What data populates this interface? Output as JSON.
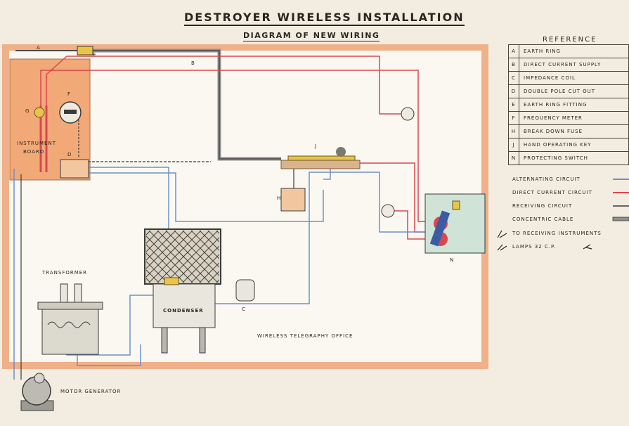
{
  "title": "DESTROYER WIRELESS INSTALLATION",
  "subtitle": "DIAGRAM OF NEW WIRING",
  "reference": {
    "heading": "REFERENCE",
    "items": [
      {
        "key": "A",
        "label": "EARTH RING"
      },
      {
        "key": "B",
        "label": "DIRECT CURRENT SUPPLY"
      },
      {
        "key": "C",
        "label": "IMPEDANCE COIL"
      },
      {
        "key": "D",
        "label": "DOUBLE POLE CUT OUT"
      },
      {
        "key": "E",
        "label": "EARTH RING FITTING"
      },
      {
        "key": "F",
        "label": "FREQUENCY METER"
      },
      {
        "key": "H",
        "label": "BREAK DOWN FUSE"
      },
      {
        "key": "J",
        "label": "HAND OPERATING KEY"
      },
      {
        "key": "N",
        "label": "PROTECTING SWITCH"
      }
    ]
  },
  "legend": [
    {
      "label": "ALTERNATING CIRCUIT",
      "color": "#6f8fc8",
      "style": "line"
    },
    {
      "label": "DIRECT CURRENT CIRCUIT",
      "color": "#d9474f",
      "style": "line"
    },
    {
      "label": "RECEIVING CIRCUIT",
      "color": "#3a3a3a",
      "style": "line"
    },
    {
      "label": "CONCENTRIC CABLE",
      "color": "#555555",
      "style": "cable"
    },
    {
      "label": "TO RECEIVING INSTRUMENTS",
      "color": "#2a2620",
      "style": "symbol"
    },
    {
      "label": "LAMPS 32 C.P.",
      "color": "#2a2620",
      "style": "symbol"
    }
  ],
  "labels": {
    "instrument_board": "INSTRUMENT",
    "instrument_board_2": "BOARD",
    "transformer": "TRANSFORMER",
    "condenser": "CONDENSER",
    "motor_generator": "MOTOR GENERATOR",
    "office": "WIRELESS TELEGRAPHY OFFICE",
    "a": "A",
    "b": "B",
    "c": "C",
    "d": "D",
    "e": "E",
    "f": "F",
    "g": "G",
    "h": "H",
    "j": "J",
    "n": "N"
  },
  "colors": {
    "paper": "#f3ece0",
    "room_border": "#f0b088",
    "board": "#f2a978",
    "switch_box": "#cfe3d6",
    "dc_wire": "#d9474f",
    "ac_wire": "#6f8fc8",
    "receiving_wire": "#3a3a3a",
    "equipment": "#b9b7ae"
  }
}
